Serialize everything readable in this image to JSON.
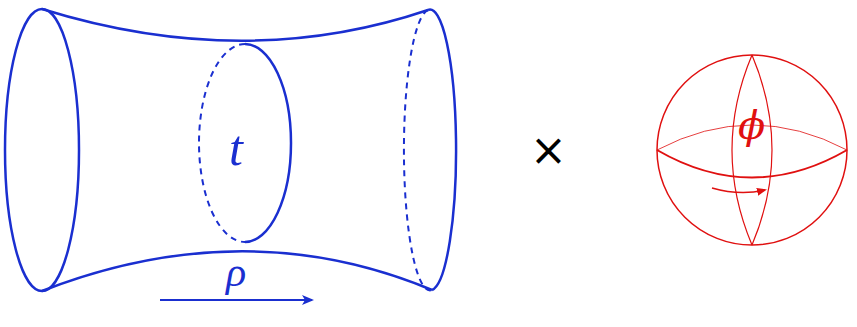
{
  "diagram": {
    "labels": [
      "t",
      "ρ",
      "×",
      "ϕ"
    ]
  }
}
